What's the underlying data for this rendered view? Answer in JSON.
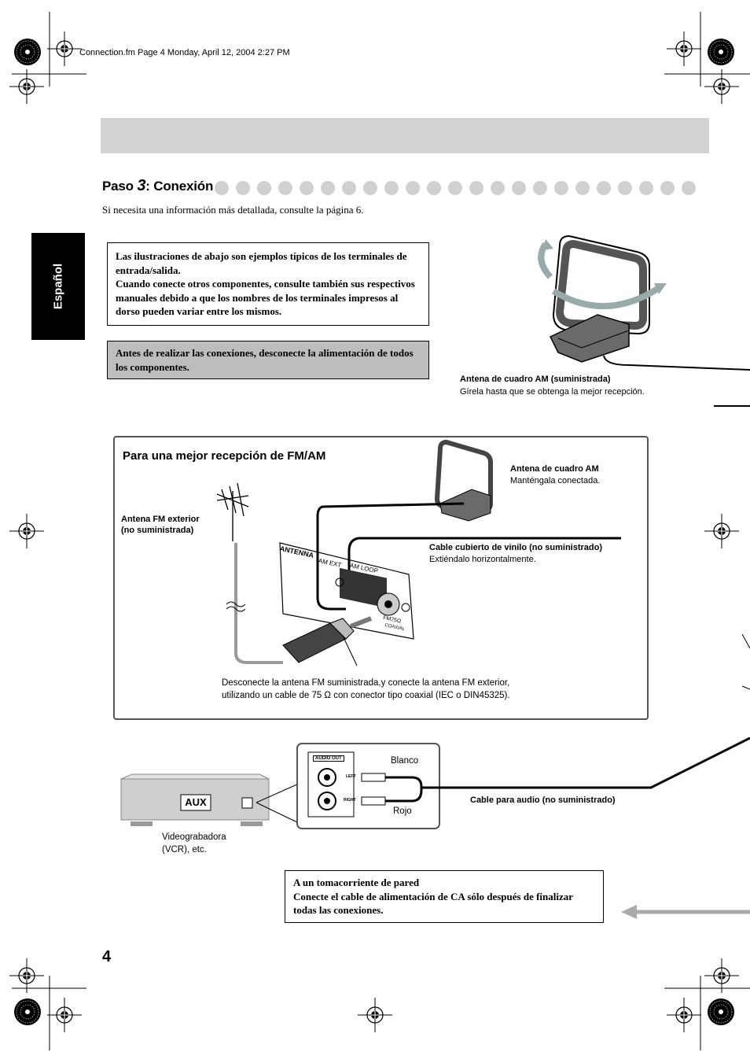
{
  "header": {
    "file_info": "Connection.fm  Page 4  Monday, April 12, 2004  2:27 PM"
  },
  "step": {
    "word": "Paso ",
    "number": "3",
    "title": ": Conexión",
    "subtitle": "Si necesita una información más detallada, consulte la página 6."
  },
  "language_tab": "Español",
  "notes": {
    "typical_examples": [
      "Las ilustraciones de abajo son ejemplos típicos de los terminales de entrada/salida.",
      "Cuando conecte otros componentes, consulte también sus respectivos manuales debido a que los nombres de los terminales impresos al dorso pueden variar entre los mismos."
    ],
    "power_warning": "Antes de realizar las conexiones, desconecte la alimentación de todos los componentes."
  },
  "am_antenna": {
    "title": "Antena de cuadro AM (suministrada)",
    "body": "Gírela hasta que se obtenga la mejor recepción."
  },
  "fm_am_box": {
    "title": "Para una mejor recepción de FM/AM",
    "loop_title": "Antena de cuadro AM",
    "loop_body": "Manténgala conectada.",
    "fm_ext_line1": "Antena FM exterior",
    "fm_ext_line2": "(no suministrada)",
    "vinyl_title": "Cable cubierto de vinilo (no suministrado)",
    "vinyl_body": "Extiéndalo horizontalmente.",
    "panel_antenna": "ANTENNA",
    "panel_am_ext": "AM EXT",
    "panel_am_loop": "AM LOOP",
    "panel_fm": "FM75Ω",
    "panel_coaxial": "COAXIAL",
    "instruction_line1": "Desconecte la antena FM suministrada,y conecte la antena FM exterior,",
    "instruction_line2": "utilizando un cable de 75 Ω con conector tipo coaxial (IEC o DIN45325)."
  },
  "audio": {
    "audio_out": "AUDIO OUT",
    "left": "LEFT",
    "right": "RIGHT",
    "white": "Blanco",
    "red": "Rojo",
    "cable": "Cable para audio (no suministrado)",
    "aux": "AUX",
    "vcr_line1": "Videograbadora",
    "vcr_line2": "(VCR), etc."
  },
  "wall_outlet": {
    "line1": "A un tomacorriente de pared",
    "line2": "Conecte el cable de alimentación de CA sólo después de finalizar todas las conexiones."
  },
  "page_number": "4"
}
